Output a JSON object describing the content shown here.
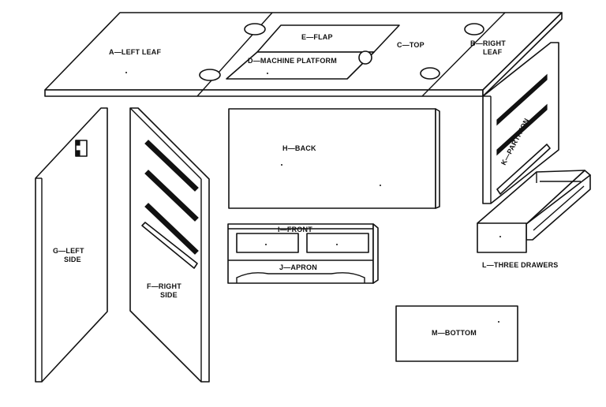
{
  "labels": {
    "left_leaf": "A—LEFT LEAF",
    "flap": "E—FLAP",
    "machine_platform": "D—MACHINE PLATFORM",
    "top": "C—TOP",
    "right_leaf_1": "B—RIGHT",
    "right_leaf_2": "LEAF",
    "back": "H—BACK",
    "partition": "K—PARTITION",
    "front": "I—FRONT",
    "apron": "J—APRON",
    "three_drawers": "L—THREE DRAWERS",
    "left_side_1": "G—LEFT",
    "left_side_2": "SIDE",
    "right_side_1": "F—RIGHT",
    "right_side_2": "SIDE",
    "bottom": "M—BOTTOM"
  }
}
